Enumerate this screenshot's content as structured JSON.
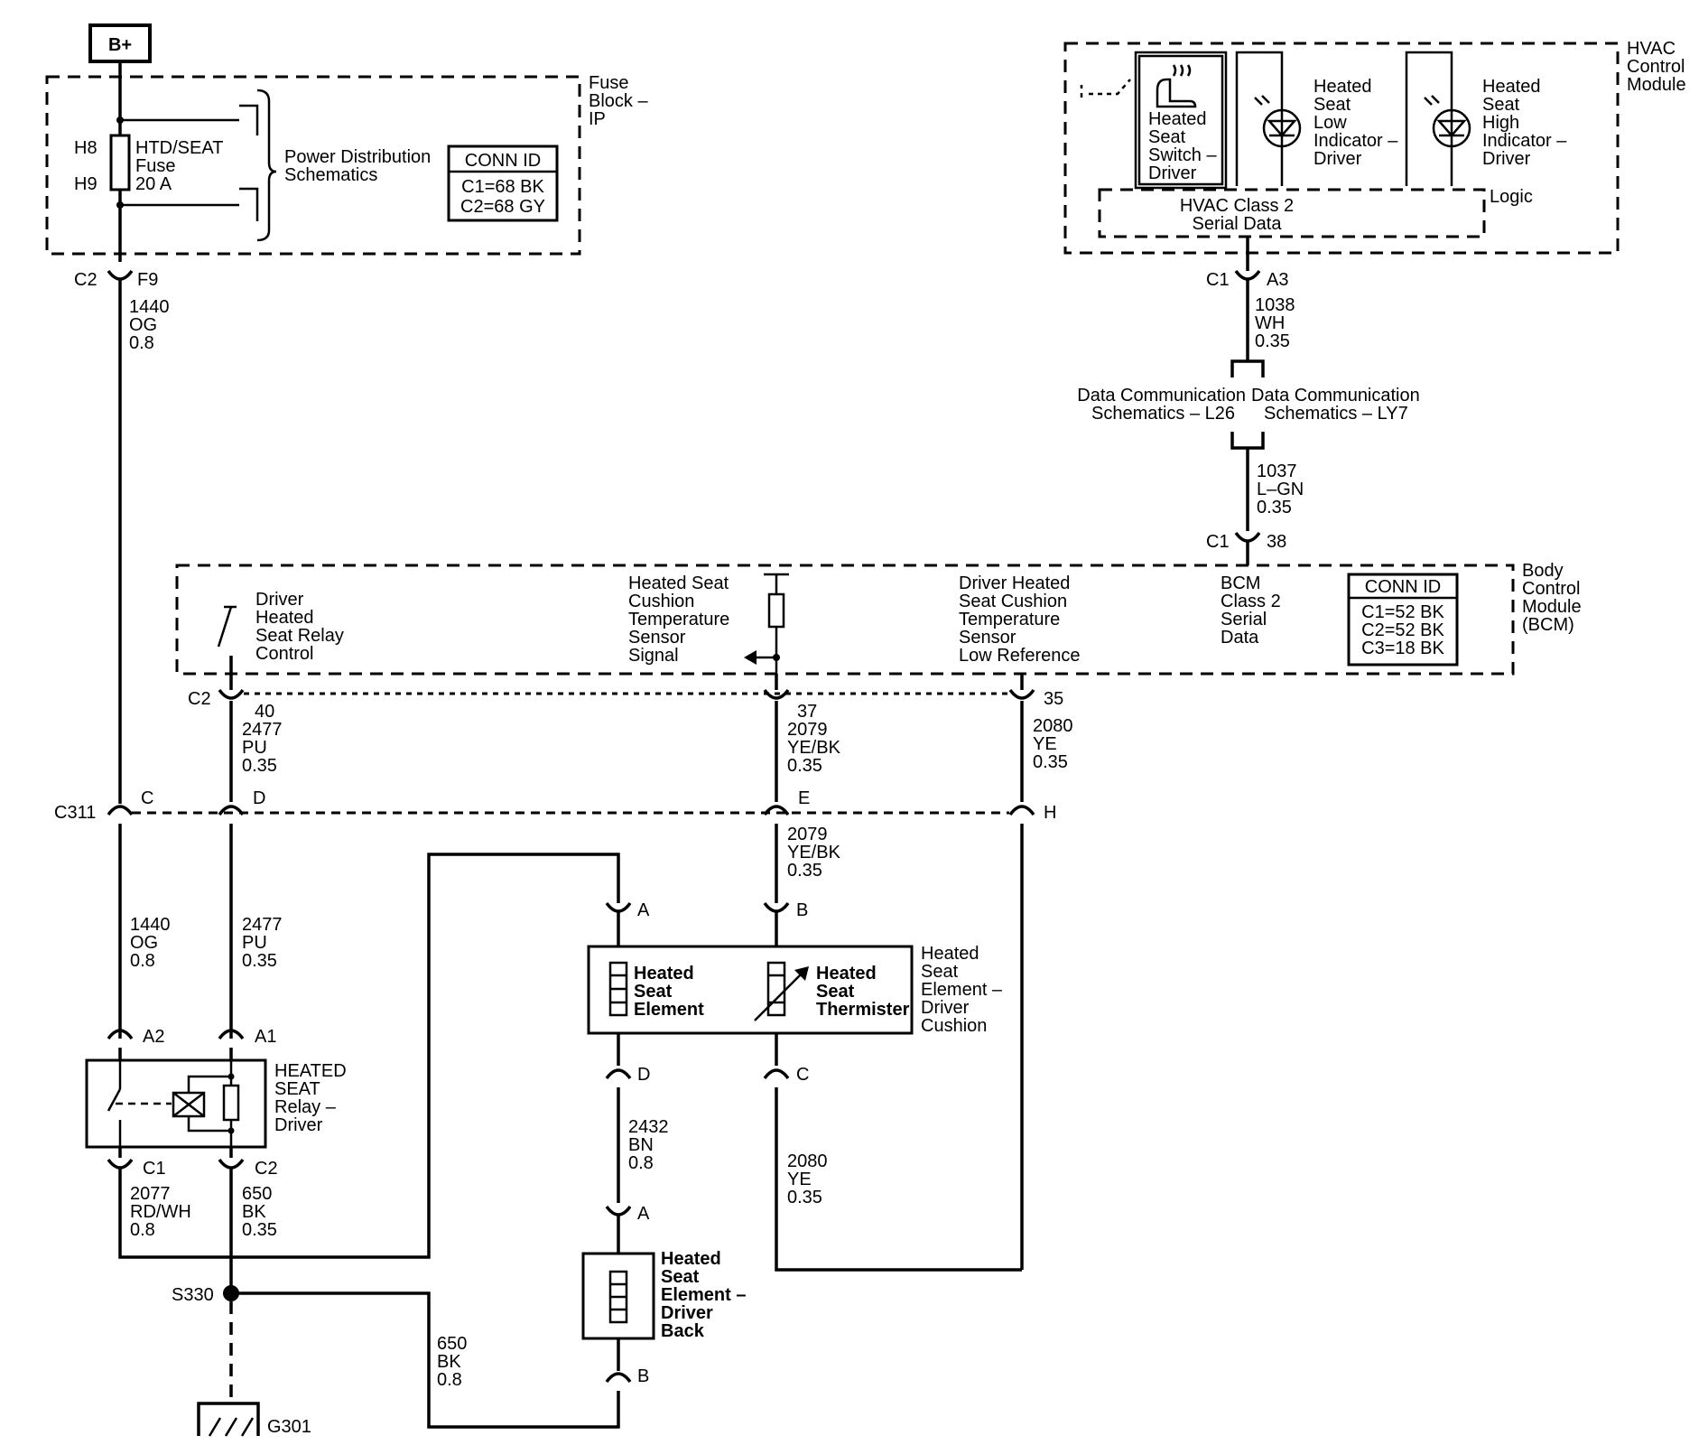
{
  "power": {
    "bplus": "B+"
  },
  "fuse_block": {
    "title": [
      "Fuse",
      "Block –",
      "IP"
    ],
    "pin_h8": "H8",
    "pin_h9": "H9",
    "fuse_label": [
      "HTD/SEAT",
      "Fuse",
      "20 A"
    ],
    "power_dist": [
      "Power Distribution",
      "Schematics"
    ],
    "conn_id": {
      "header": "CONN ID",
      "rows": [
        "C1=68 BK",
        "C2=68 GY"
      ]
    }
  },
  "hvac_module": {
    "title": [
      "HVAC",
      "Control",
      "Module"
    ],
    "switch_label": [
      "Heated",
      "Seat",
      "Switch –",
      "Driver"
    ],
    "low_label": [
      "Heated",
      "Seat",
      "Low",
      "Indicator –",
      "Driver"
    ],
    "high_label": [
      "Heated",
      "Seat",
      "High",
      "Indicator –",
      "Driver"
    ],
    "logic": "Logic",
    "serial_data": [
      "HVAC Class 2",
      "Serial Data"
    ]
  },
  "data_comm": {
    "left": [
      "Data Communication",
      "Schematics – L26"
    ],
    "right": [
      "Data Communication",
      "Schematics – LY7"
    ]
  },
  "bcm": {
    "title": [
      "Body",
      "Control",
      "Module",
      "(BCM)"
    ],
    "relay_control": [
      "Driver",
      "Heated",
      "Seat Relay",
      "Control"
    ],
    "temp_signal": [
      "Heated Seat",
      "Cushion",
      "Temperature",
      "Sensor",
      "Signal"
    ],
    "low_ref": [
      "Driver Heated",
      "Seat Cushion",
      "Temperature",
      "Sensor",
      "Low Reference"
    ],
    "class2": [
      "BCM",
      "Class 2",
      "Serial",
      "Data"
    ],
    "conn_id": {
      "header": "CONN ID",
      "rows": [
        "C1=52 BK",
        "C2=52 BK",
        "C3=18 BK"
      ]
    }
  },
  "connectors": {
    "c2_f9": {
      "conn": "C2",
      "pin": "F9"
    },
    "c1_a3": {
      "conn": "C1",
      "pin": "A3"
    },
    "c1_38": {
      "conn": "C1",
      "pin": "38"
    },
    "bcm_c2": "C2",
    "pin40": "40",
    "pin37": "37",
    "pin35": "35",
    "c311": "C311",
    "c311_c": "C",
    "c311_d": "D",
    "c311_e": "E",
    "c311_h": "H",
    "cush_a": "A",
    "cush_b": "B",
    "cush_d": "D",
    "cush_c": "C",
    "back_a": "A",
    "back_b": "B",
    "relay_a2": "A2",
    "relay_a1": "A1",
    "relay_c1": "C1",
    "relay_c2": "C2"
  },
  "wires": {
    "w1440_top": [
      "1440",
      "OG",
      "0.8"
    ],
    "w1038": [
      "1038",
      "WH",
      "0.35"
    ],
    "w1037": [
      "1037",
      "L–GN",
      "0.35"
    ],
    "w2477_top": [
      "2477",
      "PU",
      "0.35"
    ],
    "w2079_top": [
      "2079",
      "YE/BK",
      "0.35"
    ],
    "w2080_top": [
      "2080",
      "YE",
      "0.35"
    ],
    "w2079_mid": [
      "2079",
      "YE/BK",
      "0.35"
    ],
    "w1440_low": [
      "1440",
      "OG",
      "0.8"
    ],
    "w2477_low": [
      "2477",
      "PU",
      "0.35"
    ],
    "w2077": [
      "2077",
      "RD/WH",
      "0.8"
    ],
    "w650_relay": [
      "650",
      "BK",
      "0.35"
    ],
    "w2432": [
      "2432",
      "BN",
      "0.8"
    ],
    "w2080_low": [
      "2080",
      "YE",
      "0.35"
    ],
    "w650_ground": [
      "650",
      "BK",
      "0.8"
    ]
  },
  "cushion": {
    "title": [
      "Heated",
      "Seat",
      "Element –",
      "Driver",
      "Cushion"
    ],
    "element": [
      "Heated",
      "Seat",
      "Element"
    ],
    "thermister": [
      "Heated",
      "Seat",
      "Thermister"
    ]
  },
  "back": {
    "title": [
      "Heated",
      "Seat",
      "Element –",
      "Driver",
      "Back"
    ]
  },
  "relay": {
    "title": [
      "HEATED",
      "SEAT",
      "Relay –",
      "Driver"
    ]
  },
  "splice": "S330",
  "ground": "G301"
}
